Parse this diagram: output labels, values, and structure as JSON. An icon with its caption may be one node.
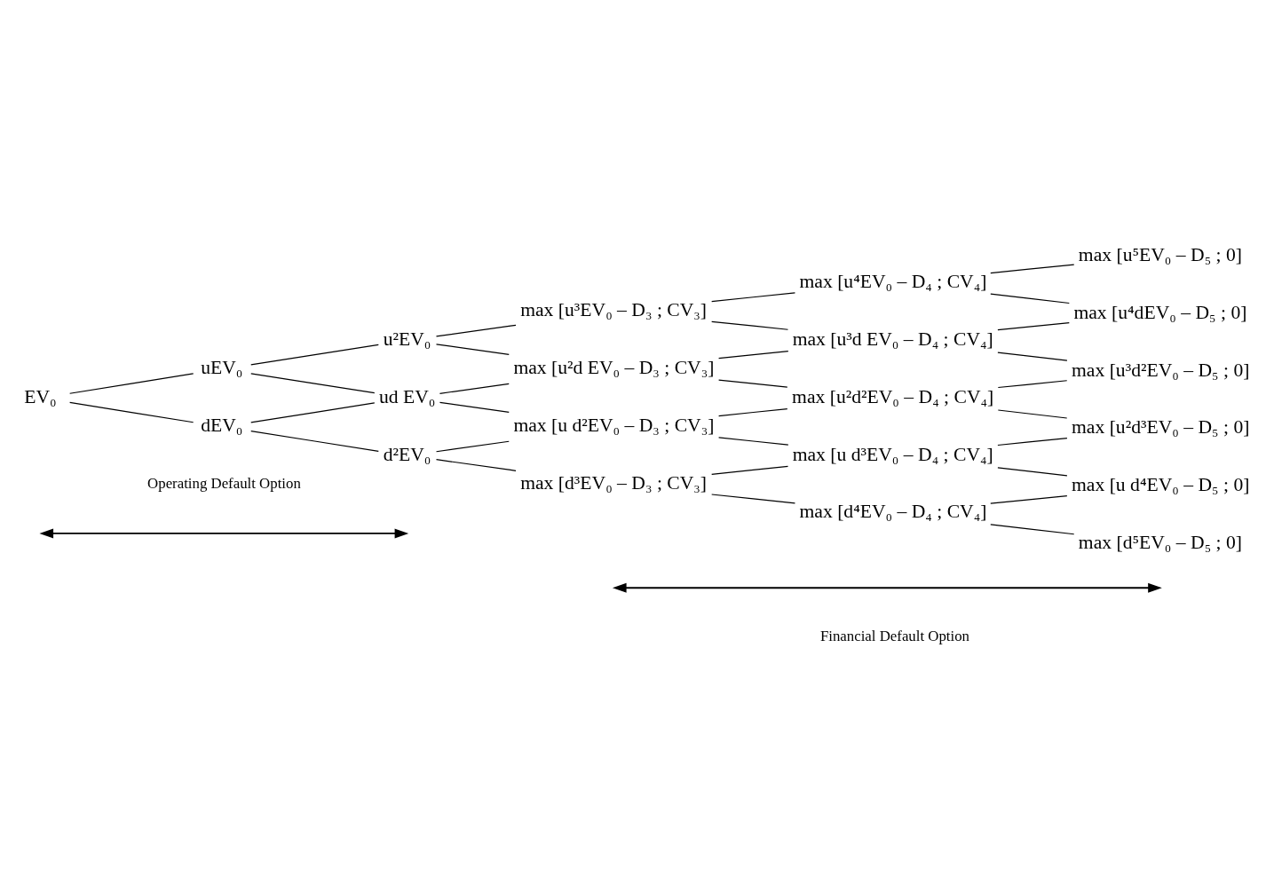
{
  "diagram": {
    "nodes": [
      {
        "text": [
          "EV₀"
        ]
      },
      {
        "text": [
          "uEV₀"
        ]
      },
      {
        "text": [
          "dEV₀"
        ]
      },
      {
        "text": [
          "u²EV₀"
        ]
      },
      {
        "text": [
          "ud EV₀"
        ]
      },
      {
        "text": [
          "d²EV₀"
        ]
      },
      {
        "text": [
          "max [u³EV₀ – D₃ ; CV₃]"
        ]
      },
      {
        "text": [
          "max [u²d EV₀ – D₃ ; CV₃]"
        ]
      },
      {
        "text": [
          "max [u d²EV₀ – D₃ ; CV₃]"
        ]
      },
      {
        "text": [
          "max [d³EV₀ – D₃ ; CV₃]"
        ]
      },
      {
        "text": [
          "max [u⁴EV₀ – D₄ ; CV₄]"
        ]
      },
      {
        "text": [
          "max [u³d EV₀ – D₄ ; CV₄]"
        ]
      },
      {
        "text": [
          "max [u²d²EV₀ – D₄ ; CV₄]"
        ]
      },
      {
        "text": [
          "max [u d³EV₀ – D₄ ; CV₄]"
        ]
      },
      {
        "text": [
          "max [d⁴EV₀ – D₄ ; CV₄]"
        ]
      },
      {
        "text": [
          "max [u⁵EV₀ – D₅ ; 0]"
        ]
      },
      {
        "text": [
          "max [u⁴dEV₀ – D₅ ; 0]"
        ]
      },
      {
        "text": [
          "max [u³d²EV₀ – D₅ ; 0]"
        ]
      },
      {
        "text": [
          "max [u²d³EV₀ – D₅ ; 0]"
        ]
      },
      {
        "text": [
          "max [u d⁴EV₀ – D₅ ; 0]"
        ]
      },
      {
        "text": [
          "max [d⁵EV₀ – D₅ ; 0]"
        ]
      }
    ],
    "edges": [
      {
        "from": 0,
        "to": 1,
        "arrow": "none"
      },
      {
        "from": 0,
        "to": 2,
        "arrow": "none"
      },
      {
        "from": 1,
        "to": 3,
        "arrow": "none"
      },
      {
        "from": 1,
        "to": 4,
        "arrow": "none"
      },
      {
        "from": 2,
        "to": 4,
        "arrow": "none"
      },
      {
        "from": 2,
        "to": 5,
        "arrow": "none"
      },
      {
        "from": 3,
        "to": 6,
        "arrow": "none"
      },
      {
        "from": 3,
        "to": 7,
        "arrow": "none"
      },
      {
        "from": 4,
        "to": 7,
        "arrow": "none"
      },
      {
        "from": 4,
        "to": 8,
        "arrow": "none"
      },
      {
        "from": 5,
        "to": 8,
        "arrow": "none"
      },
      {
        "from": 5,
        "to": 9,
        "arrow": "none"
      },
      {
        "from": 6,
        "to": 10,
        "arrow": "none"
      },
      {
        "from": 6,
        "to": 11,
        "arrow": "none"
      },
      {
        "from": 7,
        "to": 11,
        "arrow": "none"
      },
      {
        "from": 7,
        "to": 12,
        "arrow": "none"
      },
      {
        "from": 8,
        "to": 12,
        "arrow": "none"
      },
      {
        "from": 8,
        "to": 13,
        "arrow": "none"
      },
      {
        "from": 9,
        "to": 13,
        "arrow": "none"
      },
      {
        "from": 9,
        "to": 14,
        "arrow": "none"
      },
      {
        "from": 10,
        "to": 15,
        "arrow": "none"
      },
      {
        "from": 10,
        "to": 16,
        "arrow": "none"
      },
      {
        "from": 11,
        "to": 16,
        "arrow": "none"
      },
      {
        "from": 11,
        "to": 17,
        "arrow": "none"
      },
      {
        "from": 12,
        "to": 17,
        "arrow": "none"
      },
      {
        "from": 12,
        "to": 18,
        "arrow": "none"
      },
      {
        "from": 13,
        "to": 18,
        "arrow": "none"
      },
      {
        "from": 13,
        "to": 19,
        "arrow": "none"
      },
      {
        "from": 14,
        "to": 19,
        "arrow": "none"
      },
      {
        "from": 14,
        "to": 20,
        "arrow": "none"
      }
    ],
    "labels": [
      "Operating Default Option",
      "Financial Default Option"
    ]
  }
}
